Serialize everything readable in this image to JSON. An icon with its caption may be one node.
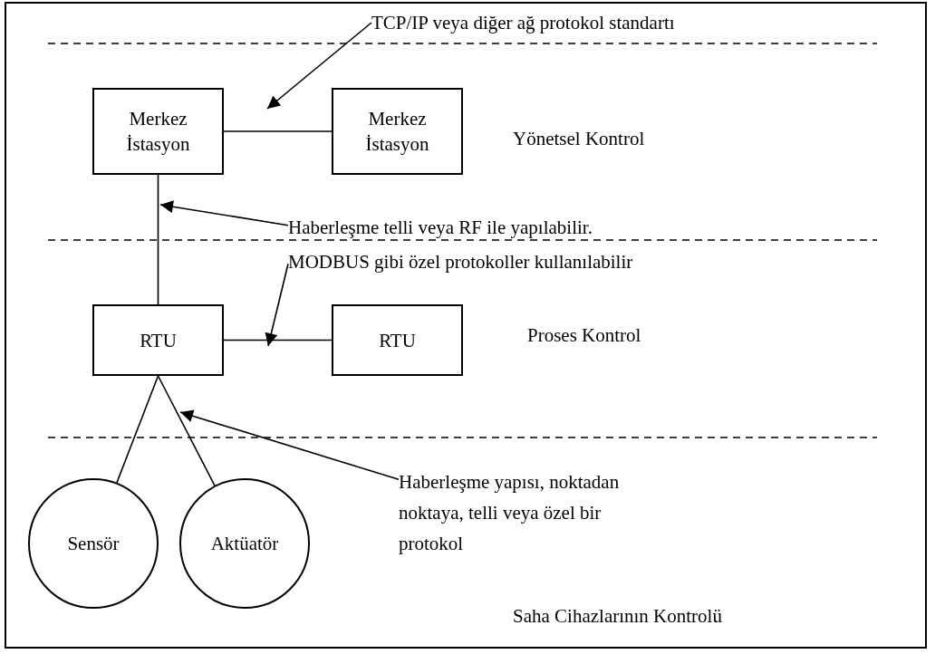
{
  "diagram": {
    "nodes": [
      {
        "text": [
          "Merkez İstasyon"
        ]
      },
      {
        "text": [
          "Merkez İstasyon"
        ]
      },
      {
        "text": [
          "RTU"
        ]
      },
      {
        "text": [
          "RTU"
        ]
      },
      {
        "text": [
          "Sensör"
        ]
      },
      {
        "text": [
          "Aktüatör"
        ]
      },
      {
        "text": [
          "TCP/IP veya diğer ağ protokol standartı"
        ]
      },
      {
        "text": [
          "Haberleşme telli veya RF ile yapılabilir. MODBUS gibi özel protokoller kullanılabilir"
        ]
      },
      {
        "text": [
          "Haberleşme yapısı, noktadan noktaya, telli veya özel bir protokol"
        ]
      }
    ],
    "edges": [
      {
        "from": 0,
        "to": 1,
        "arrow": "none"
      },
      {
        "from": 0,
        "to": 2,
        "arrow": "none"
      },
      {
        "from": 2,
        "to": 3,
        "arrow": "none"
      },
      {
        "from": 2,
        "to": 4,
        "arrow": "none"
      },
      {
        "from": 2,
        "to": 5,
        "arrow": "none"
      },
      {
        "from": 6,
        "to": null,
        "arrow": "to"
      },
      {
        "from": 7,
        "to": null,
        "arrow": "to"
      },
      {
        "from": 7,
        "to": null,
        "arrow": "to"
      },
      {
        "from": 8,
        "to": null,
        "arrow": "to"
      }
    ],
    "labels": [
      "Yönetsel Kontrol",
      "Proses Kontrol",
      "Saha Cihazlarının Kontrolü"
    ]
  }
}
